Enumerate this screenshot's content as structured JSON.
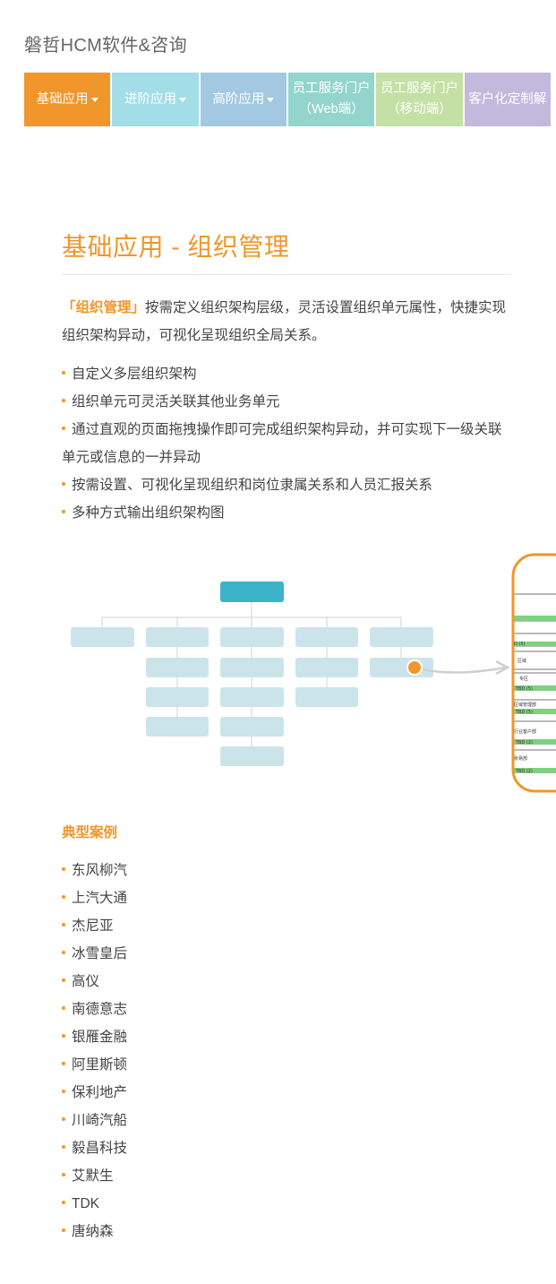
{
  "site": {
    "brand": "磐哲HCM软件&咨询"
  },
  "nav": {
    "items": [
      {
        "label": "基础应用",
        "line2": "",
        "dropdown": true,
        "color": "#f0962a"
      },
      {
        "label": "进阶应用",
        "line2": "",
        "dropdown": true,
        "color": "#a3dde8"
      },
      {
        "label": "高阶应用",
        "line2": "",
        "dropdown": true,
        "color": "#a2c9e1"
      },
      {
        "label": "员工服务门户",
        "line2": "（Web端）",
        "dropdown": false,
        "color": "#93d4cc"
      },
      {
        "label": "员工服务门户",
        "line2": "（移动端）",
        "dropdown": false,
        "color": "#c4e0a4"
      },
      {
        "label": "客户化定制解",
        "line2": "",
        "dropdown": false,
        "color": "#c3b9dc"
      }
    ]
  },
  "section": {
    "title": "基础应用 - 组织管理",
    "intro_highlight": "「组织管理」",
    "intro_text": "按需定义组织架构层级，灵活设置组织单元属性，快捷实现组织架构异动，可视化呈现组织全局关系。",
    "features": [
      "自定义多层组织架构",
      "组织单元可灵活关联其他业务单元",
      "通过直观的页面拖拽操作即可完成组织架构异动，并可实现下一级关联单元或信息的一并异动",
      "按需设置、可视化呈现组织和岗位隶属关系和人员汇报关系",
      "多种方式输出组织架构图"
    ]
  },
  "diagram": {
    "zoom_labels": [
      "区域",
      "专区",
      "TBD (5)",
      "区域管理部",
      "TBD (5)",
      "行业客户部",
      "TBD (2)",
      "张易部",
      "TBD (2)",
      "D (5)"
    ]
  },
  "cases": {
    "title": "典型案例",
    "items": [
      "东风柳汽",
      "上汽大通",
      "杰尼亚",
      "冰雪皇后",
      "高仪",
      "南德意志",
      "银雁金融",
      "阿里斯顿",
      "保利地产",
      "川崎汽船",
      "毅昌科技",
      "艾默生",
      "TDK",
      "唐纳森"
    ]
  },
  "colors": {
    "accent": "#f0962a",
    "org_top": "#3bb3c9",
    "org_box": "#cbe4ea"
  }
}
